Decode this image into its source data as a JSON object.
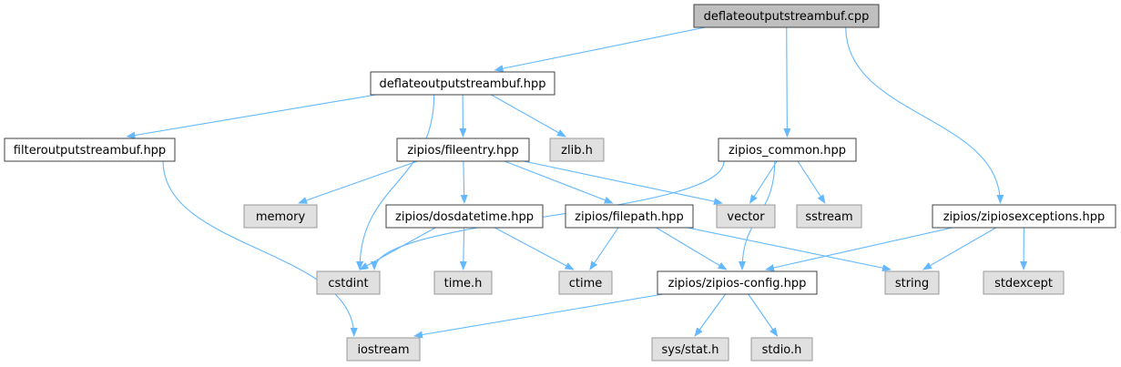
{
  "colors": {
    "edge": "#63b8ff",
    "node_fill": "#ffffff",
    "node_border": "#404040",
    "root_fill": "#bfbfbf",
    "system_fill": "#e0e0e0",
    "system_border": "#999999"
  },
  "nodes": [
    {
      "id": "root",
      "label": "deflateoutputstreambuf.cpp",
      "kind": "root"
    },
    {
      "id": "dosb_hpp",
      "label": "deflateoutputstreambuf.hpp",
      "kind": "local"
    },
    {
      "id": "fosb_hpp",
      "label": "filteroutputstreambuf.hpp",
      "kind": "local"
    },
    {
      "id": "fileentry",
      "label": "zipios/fileentry.hpp",
      "kind": "local"
    },
    {
      "id": "zlib",
      "label": "zlib.h",
      "kind": "system"
    },
    {
      "id": "common",
      "label": "zipios_common.hpp",
      "kind": "local"
    },
    {
      "id": "memory",
      "label": "memory",
      "kind": "system"
    },
    {
      "id": "dosdatetime",
      "label": "zipios/dosdatetime.hpp",
      "kind": "local"
    },
    {
      "id": "filepath",
      "label": "zipios/filepath.hpp",
      "kind": "local"
    },
    {
      "id": "vector",
      "label": "vector",
      "kind": "system"
    },
    {
      "id": "sstream",
      "label": "sstream",
      "kind": "system"
    },
    {
      "id": "exceptions",
      "label": "zipios/zipiosexceptions.hpp",
      "kind": "local"
    },
    {
      "id": "cstdint",
      "label": "cstdint",
      "kind": "system"
    },
    {
      "id": "timeh",
      "label": "time.h",
      "kind": "system"
    },
    {
      "id": "ctime",
      "label": "ctime",
      "kind": "system"
    },
    {
      "id": "config",
      "label": "zipios/zipios-config.hpp",
      "kind": "local"
    },
    {
      "id": "string",
      "label": "string",
      "kind": "system"
    },
    {
      "id": "stdexcept",
      "label": "stdexcept",
      "kind": "system"
    },
    {
      "id": "iostream",
      "label": "iostream",
      "kind": "system"
    },
    {
      "id": "sysstat",
      "label": "sys/stat.h",
      "kind": "system"
    },
    {
      "id": "stdioh",
      "label": "stdio.h",
      "kind": "system"
    }
  ],
  "edges": [
    [
      "root",
      "dosb_hpp"
    ],
    [
      "root",
      "common"
    ],
    [
      "root",
      "exceptions"
    ],
    [
      "dosb_hpp",
      "fosb_hpp"
    ],
    [
      "dosb_hpp",
      "fileentry"
    ],
    [
      "dosb_hpp",
      "zlib"
    ],
    [
      "dosb_hpp",
      "cstdint"
    ],
    [
      "fosb_hpp",
      "iostream"
    ],
    [
      "fileentry",
      "memory"
    ],
    [
      "fileentry",
      "dosdatetime"
    ],
    [
      "fileentry",
      "filepath"
    ],
    [
      "fileentry",
      "vector"
    ],
    [
      "common",
      "cstdint"
    ],
    [
      "common",
      "vector"
    ],
    [
      "common",
      "sstream"
    ],
    [
      "common",
      "config"
    ],
    [
      "dosdatetime",
      "cstdint"
    ],
    [
      "dosdatetime",
      "timeh"
    ],
    [
      "dosdatetime",
      "ctime"
    ],
    [
      "filepath",
      "ctime"
    ],
    [
      "filepath",
      "config"
    ],
    [
      "filepath",
      "string"
    ],
    [
      "exceptions",
      "config"
    ],
    [
      "exceptions",
      "string"
    ],
    [
      "exceptions",
      "stdexcept"
    ],
    [
      "config",
      "iostream"
    ],
    [
      "config",
      "sysstat"
    ],
    [
      "config",
      "stdioh"
    ]
  ]
}
